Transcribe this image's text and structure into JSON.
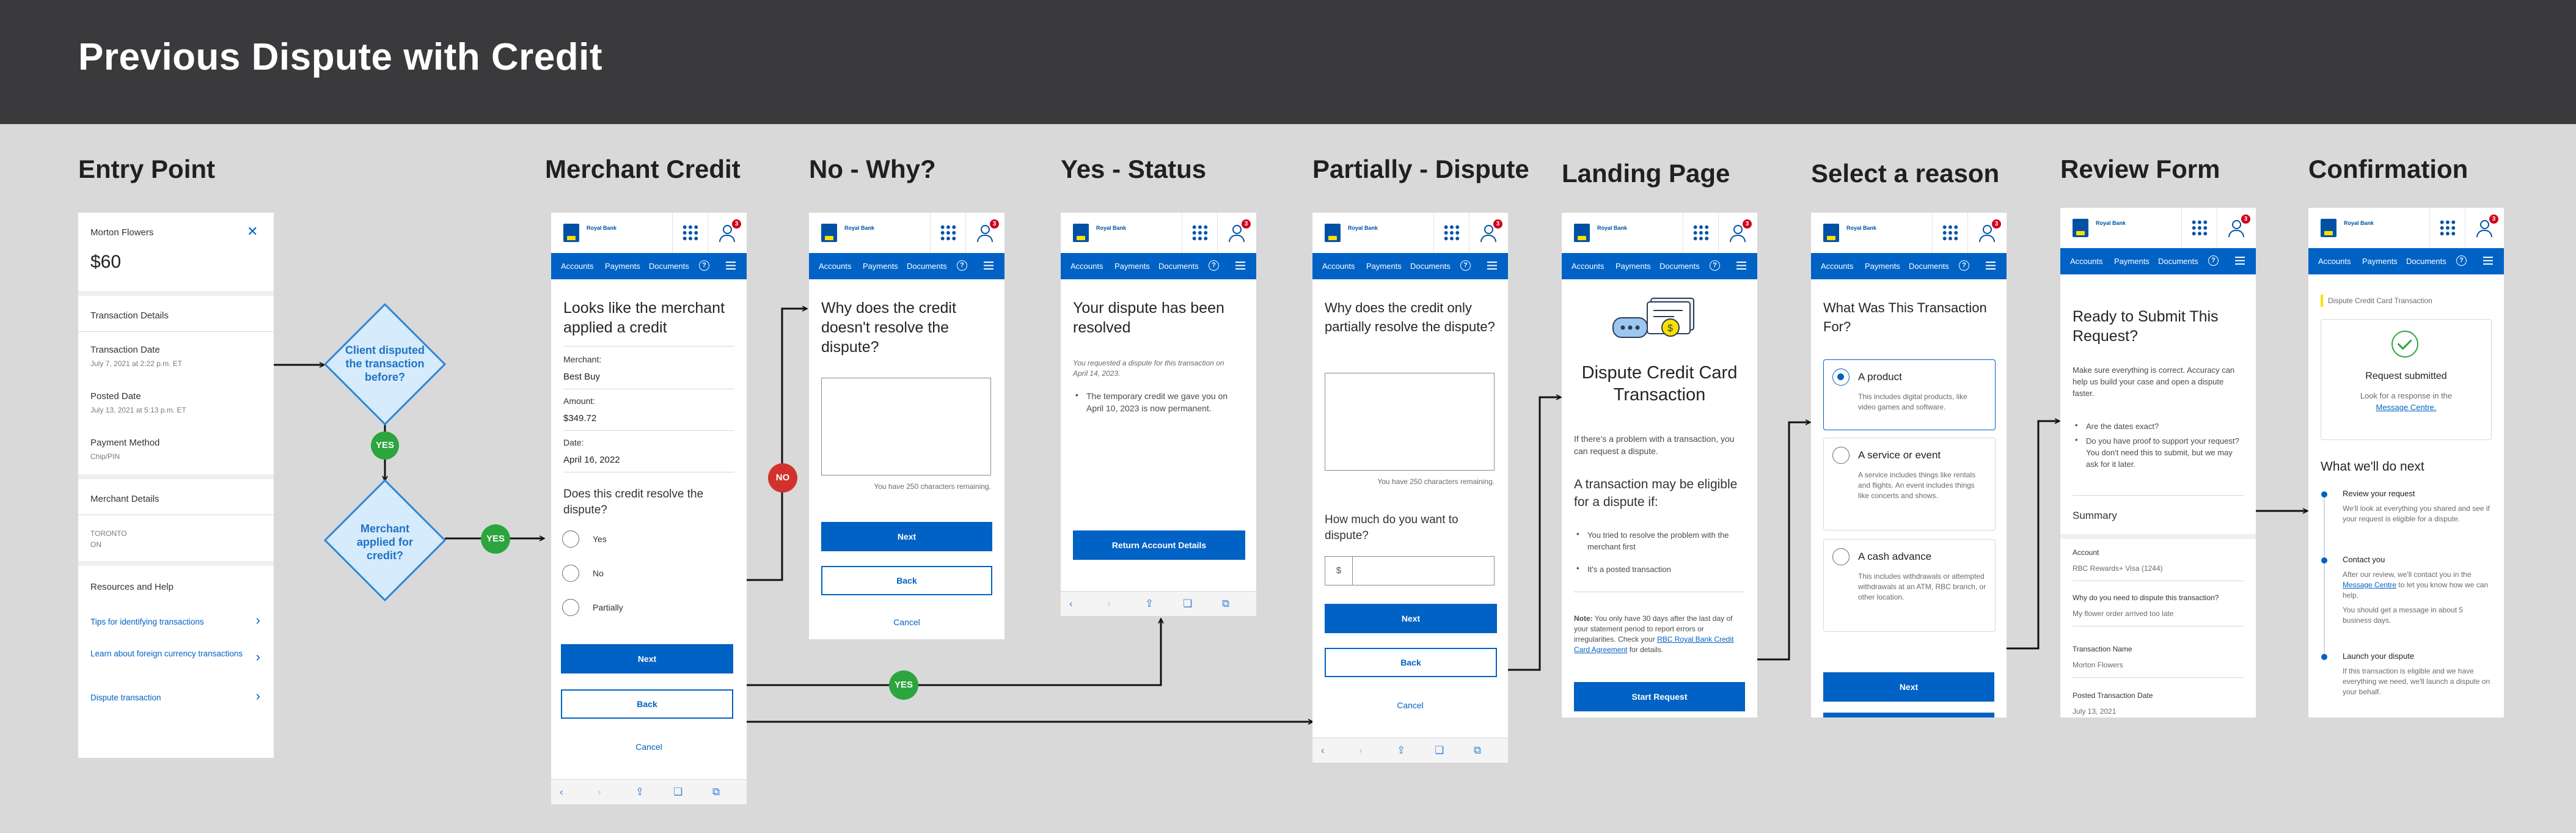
{
  "board": {
    "title": "Previous Dispute with Credit",
    "columns": [
      "Entry Point",
      "Merchant Credit",
      "No - Why?",
      "Yes - Status",
      "Partially - Dispute",
      "Landing Page",
      "Select a reason",
      "Review Form",
      "Confirmation"
    ]
  },
  "common": {
    "bank_name": "Royal Bank",
    "badge_count": "3",
    "nav": [
      "Accounts",
      "Payments",
      "Documents"
    ],
    "help_glyph": "?",
    "next": "Next",
    "back": "Back",
    "cancel": "Cancel",
    "chars_remaining": "You have 250 characters remaining.",
    "dollar": "$"
  },
  "flow": {
    "q1": "Client disputed the transaction before?",
    "q2": "Merchant applied for credit?",
    "yes": "YES",
    "no": "NO"
  },
  "entry": {
    "merchant": "Morton Flowers",
    "amount": "$60",
    "transaction_details": "Transaction Details",
    "rows": [
      {
        "title": "Transaction Date",
        "sub": "July 7, 2021 at 2:22 p.m. ET"
      },
      {
        "title": "Posted Date",
        "sub": "July 13, 2021 at 5:13 p.m. ET"
      },
      {
        "title": "Payment Method",
        "sub": "Chip/PIN"
      }
    ],
    "merchant_details": "Merchant Details",
    "location": [
      "TORONTO",
      "ON"
    ],
    "resources": "Resources and Help",
    "links": [
      "Tips for identifying transactions",
      "Learn about foreign currency transactions",
      "Dispute transaction"
    ]
  },
  "merchant_credit": {
    "heading": "Looks like the merchant applied a credit",
    "fields": [
      {
        "label": "Merchant:",
        "value": "Best Buy"
      },
      {
        "label": "Amount:",
        "value": "$349.72"
      },
      {
        "label": "Date:",
        "value": "April 16, 2022"
      }
    ],
    "question": "Does this credit resolve the dispute?",
    "options": [
      "Yes",
      "No",
      "Partially"
    ]
  },
  "no_why": {
    "heading": "Why does the credit doesn't resolve the dispute?"
  },
  "yes_status": {
    "heading": "Your dispute has been resolved",
    "note": "You requested a dispute for this transaction on April 14, 2023.",
    "bullet": "The temporary credit we gave you on April 10, 2023 is now permanent.",
    "button": "Return Account Details"
  },
  "partially": {
    "heading": "Why does the credit only partially resolve the dispute?",
    "amount_q": "How much do you want to dispute?"
  },
  "landing": {
    "heading": "Dispute Credit Card Transaction",
    "intro": "If there's a problem with a transaction, you can request a dispute.",
    "sub_heading": "A transaction may be eligible for a dispute if:",
    "bullets": [
      "You tried to resolve the problem with the merchant first",
      "It's a posted transaction"
    ],
    "note_label": "Note:",
    "note_text": " You only have 30 days after the last day of your statement period to report errors or irregularities. Check your ",
    "note_link": "RBC Royal Bank Credit Card Agreement",
    "note_end": " for details.",
    "button": "Start Request"
  },
  "reason": {
    "heading": "What Was This Transaction For?",
    "options": [
      {
        "title": "A product",
        "desc": "This includes digital products, like video games and software."
      },
      {
        "title": "A service or event",
        "desc": "A service includes things like rentals and flights. An event includes things like concerts and shows."
      },
      {
        "title": "A cash advance",
        "desc": "This includes withdrawals or attempted withdrawals at an ATM, RBC branch, or other location."
      }
    ]
  },
  "review": {
    "heading": "Ready to Submit This Request?",
    "intro": "Make sure everything is correct. Accuracy can help us build your case and open a dispute faster.",
    "bullets": [
      "Are the dates exact?",
      "Do you have proof to support your request? You don't need this to submit, but we may ask for it later."
    ],
    "summary": "Summary",
    "rows": [
      {
        "label": "Account",
        "value": "RBC Rewards+ Visa (1244)"
      },
      {
        "label": "Why do you need to dispute this transaction?",
        "value": "My flower order arrived too late"
      },
      {
        "label": "Transaction Name",
        "value": "Morton Flowers"
      },
      {
        "label": "Posted Transaction Date",
        "value": "July 13, 2021"
      }
    ]
  },
  "confirm": {
    "breadcrumb": "Dispute Credit Card Transaction",
    "submitted": "Request submitted",
    "look_for": "Look for a response in the",
    "centre": "Message Centre.",
    "next_heading": "What we'll do next",
    "steps": [
      {
        "title": "Review your request",
        "text": "We'll look at everything you shared and see if your request is eligible for a dispute."
      },
      {
        "title": "Contact you",
        "text_a": "After our review, we'll contact you in the ",
        "link": "Message Centre",
        "text_b": " to let you know how we can help.",
        "text_c": "You should get a message in about 5 business days."
      },
      {
        "title": "Launch your dispute",
        "text": "If this transaction is eligible and we have everything we need, we'll launch a dispute on your behalf."
      }
    ]
  },
  "icons": {
    "close": "close-icon",
    "chevron": "chevron-right-icon",
    "user": "user-icon",
    "apps": "apps-grid-icon",
    "menu": "menu-icon",
    "help": "help-icon",
    "check": "check-circle-icon"
  },
  "colors": {
    "brand_blue": "#0062c4",
    "diamond_fill": "#d6ebfb",
    "diamond_stroke": "#2f86d6",
    "yes_green": "#2ca53e",
    "no_red": "#d2322d",
    "topbar": "#3a3a3c",
    "canvas": "#d9d9d9"
  }
}
